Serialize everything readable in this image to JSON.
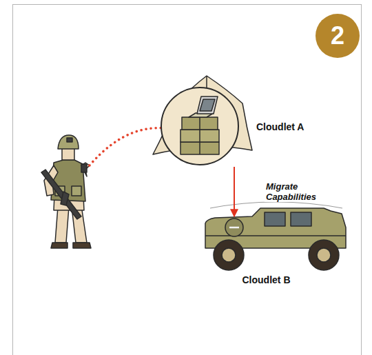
{
  "diagram": {
    "nodes": [
      {
        "text": [
          "Cloudlet A"
        ]
      },
      {
        "text": [
          "Cloudlet B"
        ]
      }
    ],
    "edges": [
      {
        "from": 0,
        "to": 1,
        "arrow": "to",
        "label": "Migrate Capabilities"
      }
    ],
    "labels": [
      "2"
    ]
  }
}
